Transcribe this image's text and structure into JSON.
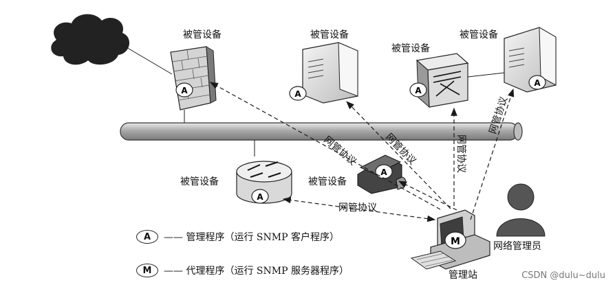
{
  "labels": {
    "managed_device": "被管设备",
    "protocol": "网管协议",
    "admin": "网络管理员",
    "station": "管理站",
    "agent_badge": "A",
    "manager_badge": "M"
  },
  "legend": [
    {
      "badge": "A",
      "text": "—— 管理程序（运行 SNMP 客户程序）"
    },
    {
      "badge": "M",
      "text": "—— 代理程序（运行 SNMP 服务器程序）"
    }
  ],
  "watermark": "CSDN @dulu~dulu",
  "colors": {
    "ink": "#1a1a1a",
    "grey": "#8f8f8f",
    "dark": "#3b3b3b"
  }
}
